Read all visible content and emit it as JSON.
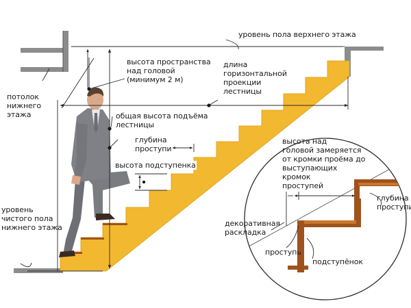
{
  "labels": {
    "upper_floor": "уровень пола верхнего этажа",
    "headroom": "высота пространства\nнад головой\n(минимум 2 м)",
    "horizontal_length": "длина\nгоризонтальной\nпроекции\nлестницы",
    "ceiling": "потолок\nнижнего\nэтажа",
    "total_height": "общая высота подъёма\nлестницы",
    "tread_depth": "глубина\nпроступи",
    "riser_height": "высота подступенка",
    "floor_level": "уровень\nчистого пола\nнижнего этажа",
    "headroom_measured": "высота над\nголовой замеряется\nот кромки проёма до\nвыступающих\nкромок\nпроступей",
    "tread_depth_detail": "глубина\nпроступи",
    "molding": "декоративная\nраскладка",
    "tread": "проступь",
    "riser": "подступёнок"
  },
  "colors": {
    "stair": "#f2b830",
    "stair_edge": "#e0a020",
    "wood": "#a0521c",
    "wood_light": "#c8762e",
    "slab": "#8c8c8c",
    "line": "#2a2a2a",
    "suit": "#7a7c80"
  }
}
